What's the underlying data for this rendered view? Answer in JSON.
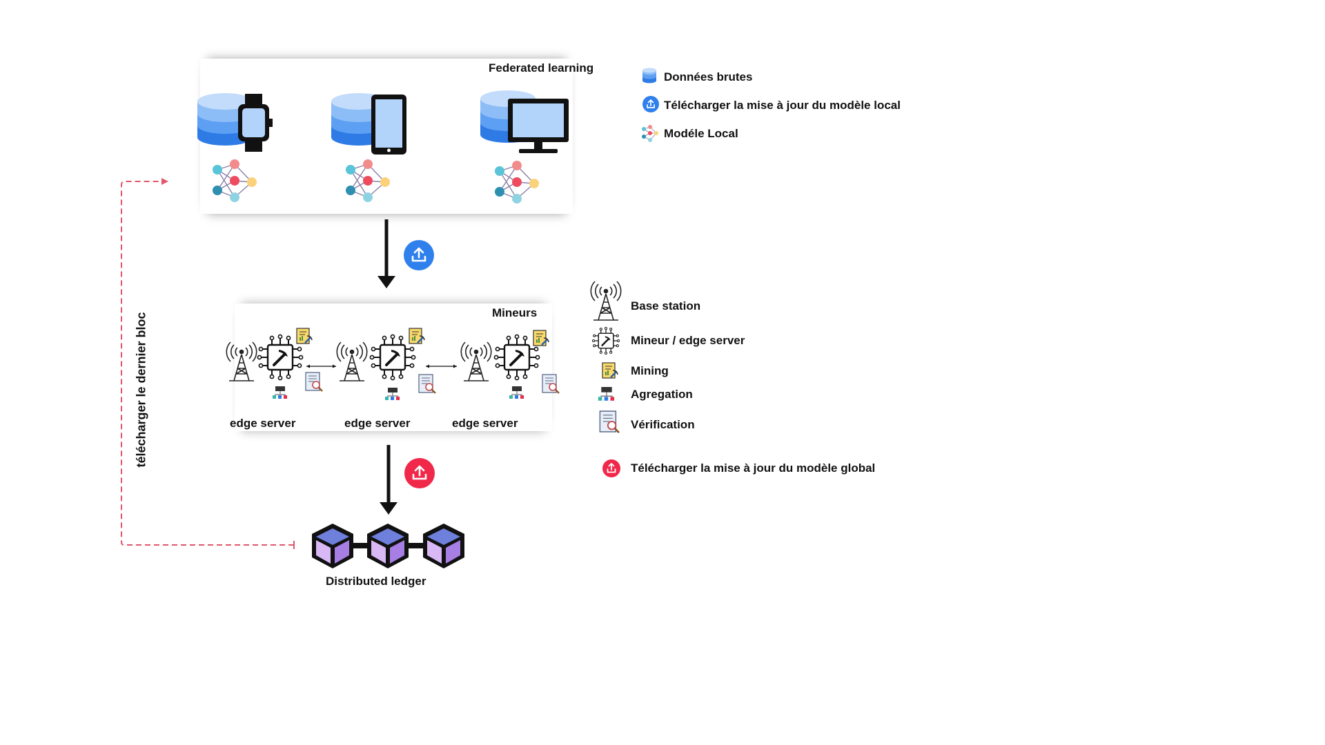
{
  "federated": {
    "title": "Federated learning",
    "devices": [
      {
        "icon": "smartwatch-icon"
      },
      {
        "icon": "smartphone-icon"
      },
      {
        "icon": "monitor-icon"
      }
    ]
  },
  "miners": {
    "title": "Mineurs",
    "servers": [
      {
        "label": "edge server"
      },
      {
        "label": "edge server"
      },
      {
        "label": "edge server"
      }
    ]
  },
  "ledger": {
    "label": "Distributed ledger"
  },
  "side_label": "télécharger le dernier bloc",
  "legend_top": [
    {
      "icon": "database-icon",
      "text": "Données brutes"
    },
    {
      "icon": "upload-blue-icon",
      "text": "Télécharger la mise à jour du modèle local"
    },
    {
      "icon": "neural-network-icon",
      "text": "Modéle Local"
    }
  ],
  "legend_bottom": [
    {
      "icon": "base-station-icon",
      "text": "Base station"
    },
    {
      "icon": "miner-chip-icon",
      "text": "Mineur / edge server"
    },
    {
      "icon": "mining-icon",
      "text": "Mining"
    },
    {
      "icon": "aggregation-icon",
      "text": "Agregation"
    },
    {
      "icon": "verification-icon",
      "text": "Vérification"
    },
    {
      "icon": "upload-red-icon",
      "text": "Télécharger la mise à jour du modèle global"
    }
  ],
  "colors": {
    "db_light": "#b3d4fa",
    "db_mid": "#6aa8f4",
    "db_dark": "#2f7be6",
    "upload_blue": "#2f80ed",
    "upload_red": "#f0284a",
    "dashed_red": "#e0566a",
    "cube_light": "#c9a8f0",
    "cube_dark": "#9b6fe0",
    "cube_top": "#6b7fe0"
  }
}
